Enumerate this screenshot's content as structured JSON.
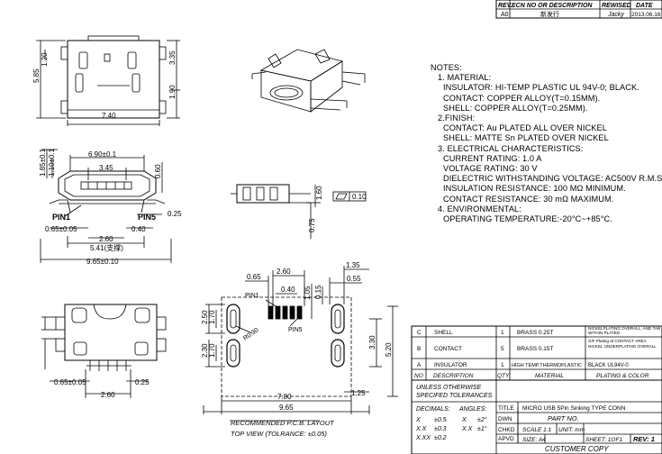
{
  "revision_table": {
    "headers": [
      "REV.",
      "ECN NO OR DESCRIPTION",
      "REWISED",
      "DATE"
    ],
    "row": [
      "A0",
      "新发行",
      "Jacky",
      "2013.06.16"
    ]
  },
  "notes": {
    "title": "NOTES:",
    "lines": [
      "1. MATERIAL:",
      "INSULATOR: HI-TEMP PLASTIC UL 94V-0; BLACK.",
      "CONTACT: COPPER ALLOY(T=0.15MM).",
      "SHELL: COPPER ALLOY(T=0.25MM).",
      "2.FINISH:",
      "CONTACT: Au PLATED ALL OVER NICKEL",
      "SHELL: MATTE Sn PLATED OVER NICKEL",
      "3. ELECTRICAL CHARACTERISTICS:",
      "CURRENT RATING: 1.0 A",
      "VOLTAGE RATING: 30 V",
      "DIELECTRIC WITHSTANDING VOLTAGE: AC500V R.M.S.",
      "INSULATION RESISTANCE: 100 MΩ MINIMUM.",
      "CONTACT RESISTANCE: 30 mΩ MAXIMUM.",
      "4. ENVIRONMENTAL:",
      "OPERATING TEMPERATURE:-20°C~+85°C."
    ]
  },
  "dims": {
    "top_width": "7.40",
    "top_h1": "5.85",
    "top_h2": "1.20",
    "top_h3": "3.35",
    "top_h4": "1.90",
    "front_690": "6.90±0.1",
    "front_345": "3.45",
    "front_185": "1.85±0.1",
    "front_110": "1.10±0.1",
    "front_060": "0.60",
    "front_pin1": "PIN1",
    "front_pin5": "PIN5",
    "front_025": "0.25",
    "front_065": "0.65±0.05",
    "front_040": "0.40",
    "front_260": "2.60",
    "front_541": "5.41(支撑)",
    "front_965": "9.65±0.10",
    "side_160": "1.60",
    "side_075": "0.75",
    "flatness": "0.10",
    "bot_065": "0.65±0.05",
    "bot_025": "0.25",
    "bot_260": "2.60",
    "pcb_065": "0.65",
    "pcb_260": "2.60",
    "pcb_135": "1.35",
    "pcb_055": "0.55",
    "pcb_040": "0.40",
    "pcb_105": "1.05",
    "pcb_015": "0.15",
    "pcb_pin1": "PIN1",
    "pcb_pin5": "PIN5",
    "pcb_r030": "R0.30",
    "pcb_250": "2.50",
    "pcb_170a": "1.70",
    "pcb_230": "2.30",
    "pcb_170b": "1.70",
    "pcb_330": "3.30",
    "pcb_520": "5.20",
    "pcb_780": "7.80",
    "pcb_125": "1.25",
    "pcb_965": "9.65",
    "pcb_caption1": "RECOMMENDED P.C.B. LAYOUT",
    "pcb_caption2": "TOP VIEW (TOLRANCE: ±0.05)"
  },
  "bom": {
    "rows": [
      {
        "no": "C",
        "desc": "SHELL",
        "qty": "1",
        "material": "BRASS 0.25T",
        "finish": "NICKELPLATING OVERALL, AND TAB WITHIN PLATED"
      },
      {
        "no": "B",
        "desc": "CONTACT",
        "qty": "5",
        "material": "BRASS 0.15T",
        "finish": "G/F Plating at CONTACT AREA NICKEL UNDERPLATING OVERALL"
      },
      {
        "no": "A",
        "desc": "INSULATOR",
        "qty": "1",
        "material": "HIGH TEMP.THERMOPLASTIC",
        "finish": "BLACK UL94V-0"
      }
    ],
    "header": {
      "no": "NO",
      "desc": "DESCRIPTION",
      "qty": "QTY",
      "material": "MATERIAL",
      "finish": "PLATING & COLOR"
    }
  },
  "title_block": {
    "tol_heading1": "UNLESS OTHERWISE",
    "tol_heading2": "SPECIFED TOLERANCES",
    "decimals": "DECIMALS:",
    "angles": "ANGLES:",
    "t1a": "X",
    "t1b": "±0.5",
    "t1c": "X",
    "t1d": "±2°",
    "t2a": "X.X",
    "t2b": "±0.3",
    "t2c": "X.X",
    "t2d": "±1°",
    "t3a": "X.XX",
    "t3b": "±0.2",
    "title_label": "TITLE",
    "title_value": "MICRO USB 5Pin Sinking TYPE CONN",
    "dwn": "DWN",
    "chkd": "CHKD",
    "apvd": "APVD",
    "part_no": "PART NO.",
    "scale": "SCALE 1:1",
    "unit": "UNIT:  mm",
    "size": "SIZE: A4",
    "sheet": "SHEET: 1OF1",
    "rev": "REV: 1",
    "customer_copy": "CUSTOMER COPY"
  }
}
